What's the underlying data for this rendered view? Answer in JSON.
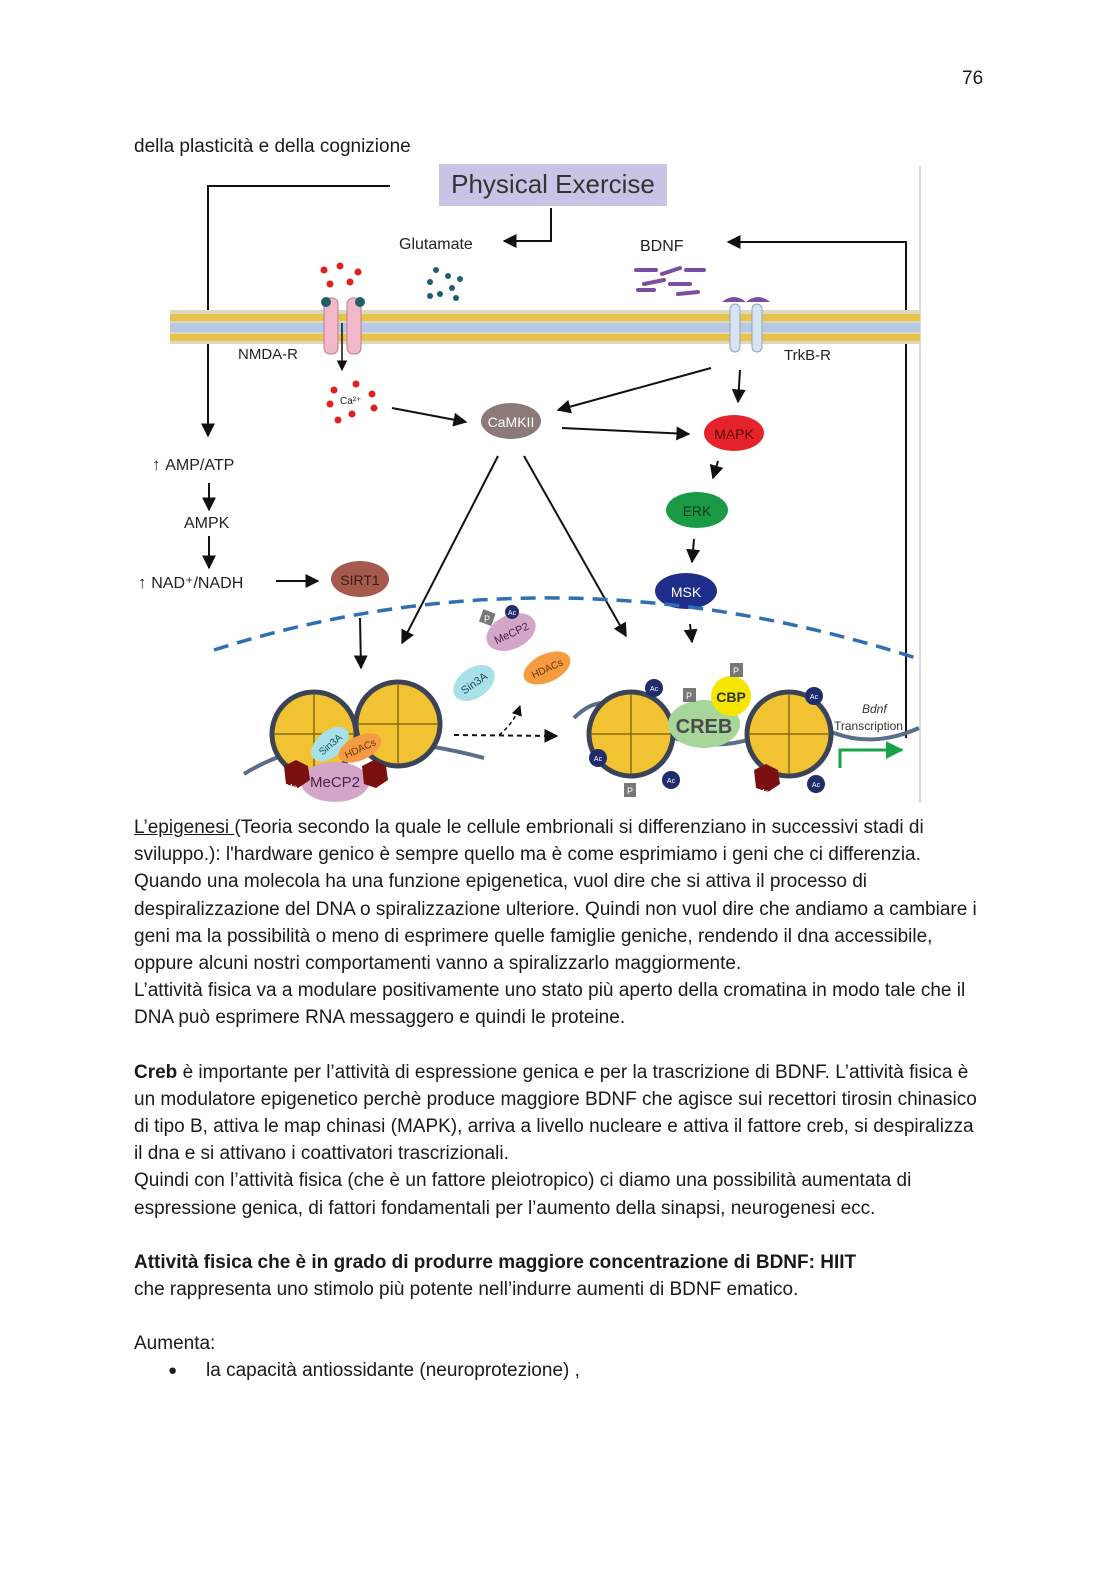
{
  "page": {
    "number": "76",
    "intro_line": "della plasticità e della cognizione"
  },
  "figure": {
    "title": "Physical Exercise",
    "glutamate": "Glutamate",
    "bdnf": "BDNF",
    "nmda": "NMDA-R",
    "trkb": "TrkB-R",
    "ca": "Ca²⁺",
    "camkii": "CaMKII",
    "mapk": "MAPK",
    "erk": "ERK",
    "msk": "MSK",
    "amp_atp": "AMP/ATP",
    "ampk": "AMPK",
    "nad": "NAD⁺/NADH",
    "sirt1": "SIRT1",
    "mecp2": "MeCP2",
    "sin3a": "Sin3A",
    "hdacs": "HDACs",
    "creb": "CREB",
    "cbp": "CBP",
    "p": "P",
    "ac": "Ac",
    "me": "Me",
    "bdnf_transcription_1": "Bdnf",
    "bdnf_transcription_2": "Transcription"
  },
  "body": {
    "p1_link": "L’epigenesi ",
    "p1_rest": "(Teoria secondo la quale le cellule embrionali si differenziano in successivi stadi di sviluppo.): l'hardware genico è sempre quello ma è come esprimiamo i geni che ci differenzia. Quando una molecola ha una funzione epigenetica, vuol dire che si attiva il processo di despiralizzazione del DNA o spiralizzazione ulteriore. Quindi non vuol dire che andiamo a cambiare i geni ma la possibilità o meno di esprimere quelle famiglie geniche, rendendo il dna accessibile, oppure alcuni nostri comportamenti vanno a spiralizzarlo maggiormente.",
    "p2": "L’attività fisica va a modulare positivamente uno stato più aperto della cromatina in modo tale che il DNA può esprimere RNA messaggero e quindi le proteine.",
    "p3_bold": "Creb",
    "p3_rest": " è importante per l’attività di espressione genica e per la trascrizione di BDNF. L’attività fisica è un modulatore epigenetico perchè produce maggiore BDNF che agisce sui recettori tirosin chinasico di tipo B, attiva le map chinasi (MAPK), arriva a livello nucleare e attiva il fattore creb, si despiralizza il dna e si attivano i coattivatori trascrizionali.",
    "p4": "Quindi con l’attività fisica (che è un fattore pleiotropico) ci diamo una possibilità aumentata di espressione genica, di fattori fondamentali per l’aumento della sinapsi, neurogenesi ecc.",
    "p5_bold": "Attività fisica che è in grado di produrre maggiore concentrazione di BDNF: HIIT",
    "p5_rest": "che rappresenta uno stimolo più potente nell’indurre aumenti di BDNF ematico.",
    "p6": "Aumenta:",
    "bullets": [
      "la capacità antiossidante (neuroprotezione) ,"
    ]
  }
}
